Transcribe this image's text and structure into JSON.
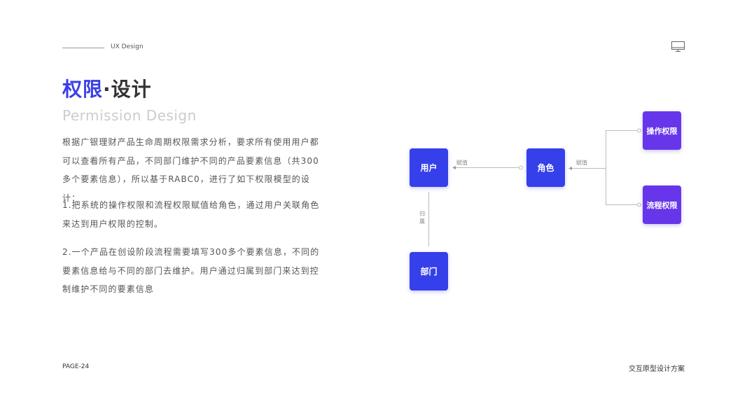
{
  "header": {
    "section_label": "UX Design",
    "monitor_icon": "monitor-icon"
  },
  "title": {
    "highlight": "权限",
    "separator": "·",
    "rest": "设计",
    "subtitle": "Permission Design",
    "accent_color": "#3a3fe8"
  },
  "paragraphs": [
    "根据广银理财产品生命周期权限需求分析，要求所有使用用户都可以查看所有产品，不同部门维护不同的产品要素信息（共300多个要素信息），所以基于RABC0，进行了如下权限模型的设计：",
    "1.把系统的操作权限和流程权限赋值给角色，通过用户关联角色来达到用户权限的控制。",
    "2.一个产品在创设阶段流程需要填写300多个要素信息，不同的要素信息给与不同的部门去维护。用户通过归属到部门来达到控制维护不同的要素信息"
  ],
  "diagram": {
    "nodes": {
      "user": "用户",
      "role": "角色",
      "department": "部门",
      "operation_permission": "操作权限",
      "process_permission": "流程权限"
    },
    "edges": {
      "role_to_user": "赋值",
      "permissions_to_role": "赋值",
      "user_department": [
        "归",
        "属"
      ]
    },
    "colors": {
      "node_blue": "#3540ea",
      "node_purple": "#6736ea"
    }
  },
  "footer": {
    "page": "PAGE-24",
    "doc_title": "交互原型设计方案"
  }
}
